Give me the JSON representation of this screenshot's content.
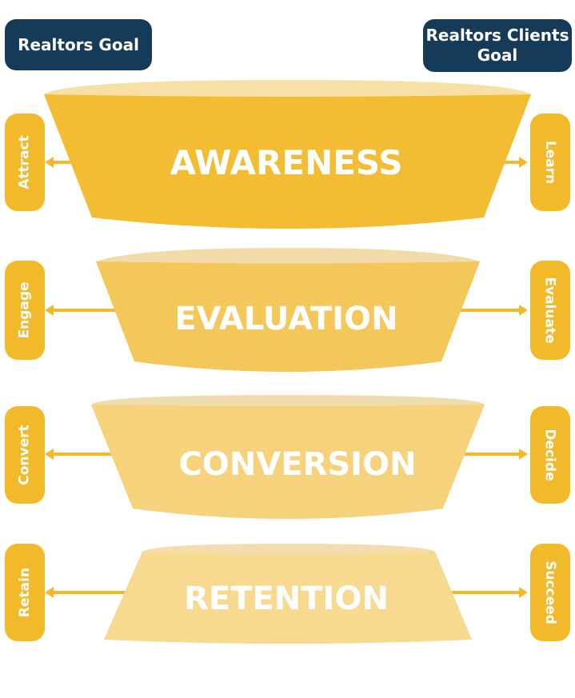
{
  "header": {
    "left_title": "Realtors Goal",
    "right_title": "Realtors Clients Goal"
  },
  "colors": {
    "header_bg": "#163b59",
    "arrow": "#f2b92b",
    "tab": "#f2b92b",
    "stage_fills": [
      "#f2bc33",
      "#f4c75a",
      "#f6d27d",
      "#f7d98f"
    ],
    "stage_tops": [
      "#f7e0a6",
      "#f2dba8",
      "#f1dcae",
      "#f3dcb2"
    ]
  },
  "stages": [
    {
      "label": "AWARENESS",
      "left_action": "Attract",
      "right_action": "Learn"
    },
    {
      "label": "EVALUATION",
      "left_action": "Engage",
      "right_action": "Evaluate"
    },
    {
      "label": "CONVERSION",
      "left_action": "Convert",
      "right_action": "Decide"
    },
    {
      "label": "RETENTION",
      "left_action": "Retain",
      "right_action": "Succeed"
    }
  ]
}
